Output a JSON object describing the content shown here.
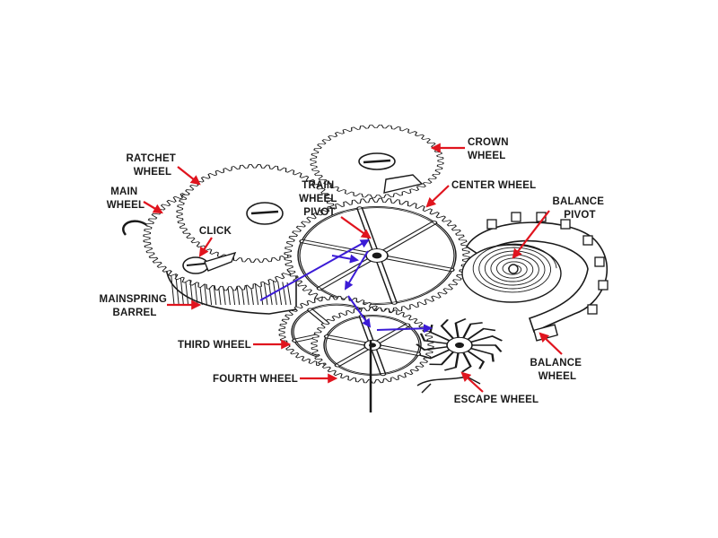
{
  "labels": {
    "crown_wheel": [
      "CROWN",
      "WHEEL"
    ],
    "ratchet_wheel": [
      "RATCHET",
      "WHEEL"
    ],
    "main_wheel": [
      "MAIN",
      "WHEEL"
    ],
    "center_wheel": "CENTER WHEEL",
    "train_wheel_pivot": [
      "TRAIN",
      "WHEEL",
      "PIVOT"
    ],
    "balance_pivot": [
      "BALANCE",
      "PIVOT"
    ],
    "click": "CLICK",
    "mainspring_barrel": [
      "MAINSPRING",
      "BARREL"
    ],
    "third_wheel": "THIRD WHEEL",
    "fourth_wheel": "FOURTH WHEEL",
    "escape_wheel": "ESCAPE WHEEL",
    "balance_wheel": [
      "BALANCE",
      "WHEEL"
    ]
  },
  "colors": {
    "leader_arrows": "#e0141e",
    "power_flow_arrows": "#3b1bd6",
    "ink": "#1a1a1a",
    "background": "#ffffff"
  }
}
